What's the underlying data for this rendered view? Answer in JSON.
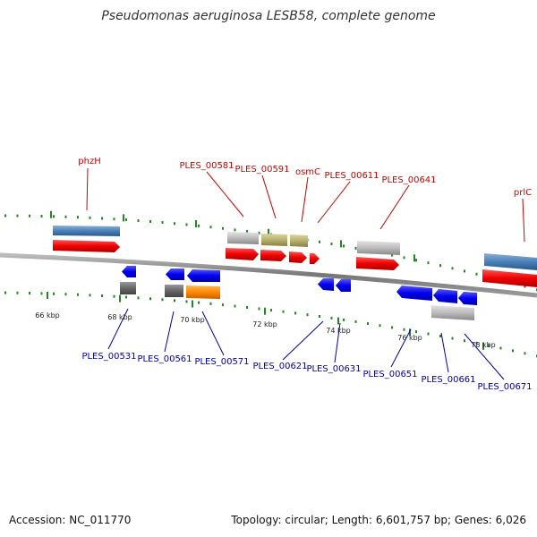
{
  "title": "Pseudomonas aeruginosa LESB58, complete genome",
  "footer": {
    "accession": "Accession: NC_011770",
    "topology": "Topology: circular; Length: 6,601,757 bp; Genes: 6,026"
  },
  "kbp_labels": [
    "66 kbp",
    "68 kbp",
    "70 kbp",
    "72 kbp",
    "74 kbp",
    "76 kbp",
    "78 kbp"
  ],
  "forward_labels": [
    "phzH",
    "PLES_00581",
    "PLES_00591",
    "osmC",
    "PLES_00611",
    "PLES_00641",
    "prlC"
  ],
  "reverse_labels": [
    "PLES_00531",
    "PLES_00561",
    "PLES_00571",
    "PLES_00621",
    "PLES_00631",
    "PLES_00651",
    "PLES_00661",
    "PLES_00671"
  ],
  "colors": {
    "cds": "#ff0000",
    "gene_blue": "#0000ee",
    "gene_steel": "#4a80b8",
    "gene_gray": "#bbbbbb",
    "gene_khaki": "#b8b070",
    "gene_orange": "#ff8800",
    "gene_dark": "#666666",
    "tick": "#228822",
    "backbone": "#888888"
  }
}
